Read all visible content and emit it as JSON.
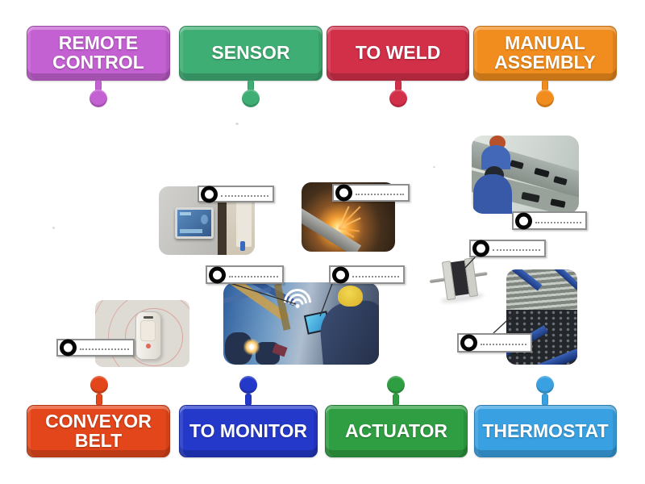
{
  "labels": {
    "top": [
      {
        "id": "remote-control",
        "text": "REMOTE CONTROL",
        "color": "#c461d2"
      },
      {
        "id": "sensor",
        "text": "SENSOR",
        "color": "#3fae74"
      },
      {
        "id": "to-weld",
        "text": "TO WELD",
        "color": "#d22f49"
      },
      {
        "id": "manual-assembly",
        "text": "MANUAL ASSEMBLY",
        "color": "#f18d1e"
      }
    ],
    "bottom": [
      {
        "id": "conveyor-belt",
        "text": "CONVEYOR BELT",
        "color": "#e3461b"
      },
      {
        "id": "to-monitor",
        "text": "TO MONITOR",
        "color": "#2439c9"
      },
      {
        "id": "actuator",
        "text": "ACTUATOR",
        "color": "#2f9e42"
      },
      {
        "id": "thermostat",
        "text": "THERMOSTAT",
        "color": "#39a1e1"
      }
    ]
  },
  "diagram": {
    "photos": [
      {
        "id": "thermostat-panel",
        "desc": "wall-mounted thermostat control panel with blue screen"
      },
      {
        "id": "welding",
        "desc": "welding sparks on dark metal"
      },
      {
        "id": "manual-assembly",
        "desc": "workers assembling parts at a production bench"
      },
      {
        "id": "stepper-motor",
        "desc": "small electric stepper motor with shaft"
      },
      {
        "id": "conveyor-belt",
        "desc": "blue-framed conveyor belt with rollers"
      },
      {
        "id": "motion-sensor",
        "desc": "white motion sensor with red signal waves"
      },
      {
        "id": "monitoring",
        "desc": "engineer with tablet and wifi monitoring robot arms"
      }
    ],
    "slots": [
      {
        "id": "slot-thermostat-panel",
        "value": ""
      },
      {
        "id": "slot-welding",
        "value": ""
      },
      {
        "id": "slot-manual-assembly",
        "value": ""
      },
      {
        "id": "slot-stepper-motor",
        "value": ""
      },
      {
        "id": "slot-conveyor-belt",
        "value": ""
      },
      {
        "id": "slot-motion-sensor",
        "value": ""
      },
      {
        "id": "slot-monitor-robots",
        "value": ""
      },
      {
        "id": "slot-monitor-laptop",
        "value": ""
      }
    ]
  }
}
